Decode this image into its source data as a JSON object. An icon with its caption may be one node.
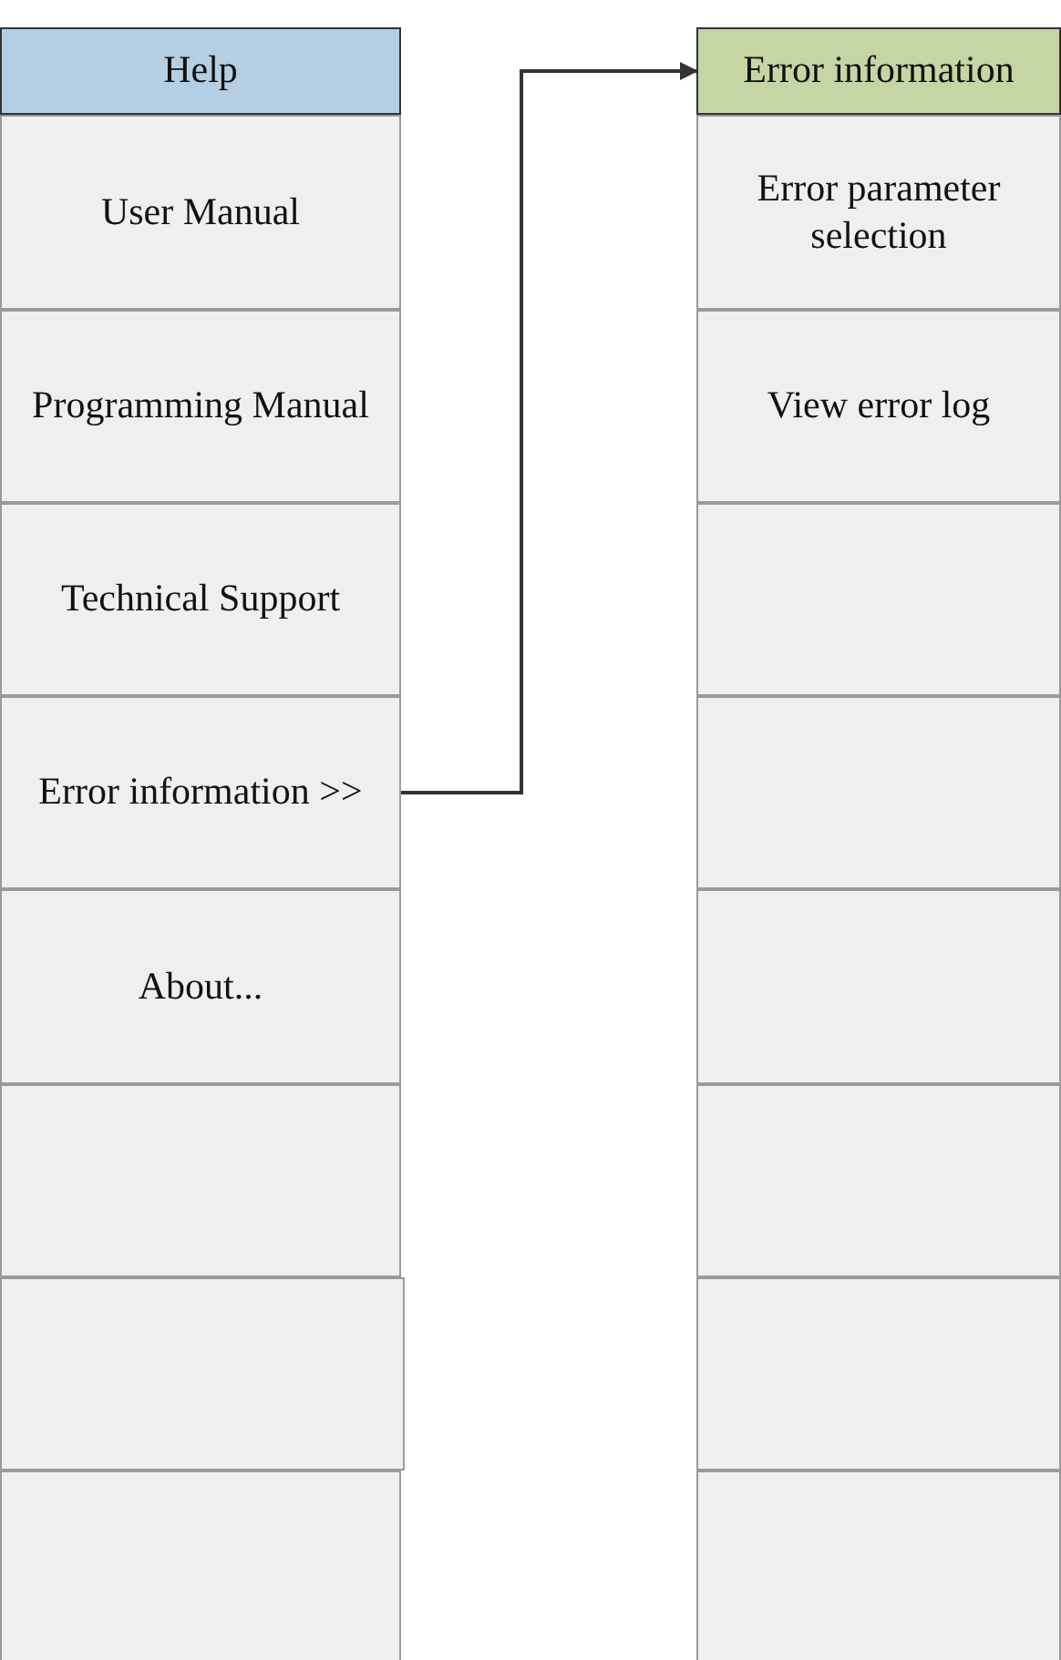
{
  "diagram": {
    "nodes": [
      {
        "text": [
          "Help"
        ]
      },
      {
        "text": [
          "User Manual"
        ]
      },
      {
        "text": [
          "Programming Manual"
        ]
      },
      {
        "text": [
          "Technical Support"
        ]
      },
      {
        "text": [
          "Error information >>"
        ]
      },
      {
        "text": [
          "About..."
        ]
      },
      {
        "text": [],
        "shape": "box"
      },
      {
        "text": [],
        "shape": "box"
      },
      {
        "text": [],
        "shape": "box"
      },
      {
        "text": [
          "Error information"
        ]
      },
      {
        "text": [
          "Error parameter selection"
        ]
      },
      {
        "text": [
          "View error log"
        ]
      },
      {
        "text": [],
        "shape": "box"
      },
      {
        "text": [],
        "shape": "box"
      },
      {
        "text": [],
        "shape": "box"
      },
      {
        "text": [],
        "shape": "box"
      },
      {
        "text": [],
        "shape": "box"
      },
      {
        "text": [],
        "shape": "box"
      }
    ],
    "edges": [
      {
        "from": 4,
        "to": 9,
        "arrow": "to"
      }
    ]
  }
}
